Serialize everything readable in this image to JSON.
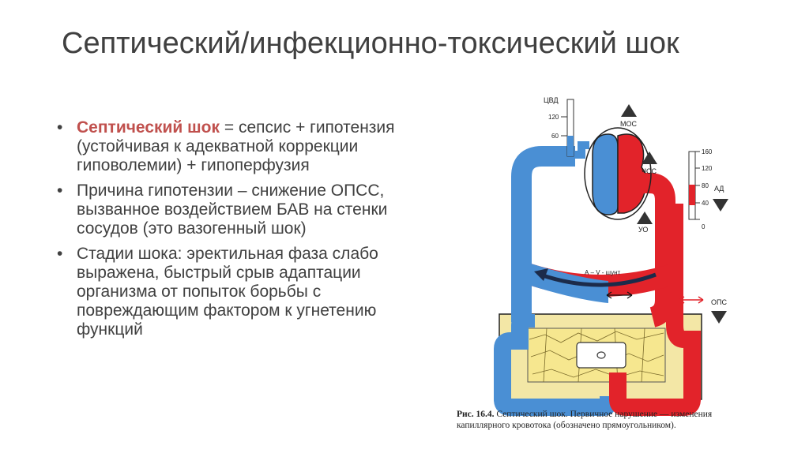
{
  "slide": {
    "title": "Септический/инфекционно-токсический шок",
    "bullets": [
      {
        "emphasis": "Септический шок",
        "text": " = сепсис + гипотензия (устойчивая к адекватной коррекции гиповолемии) + гипоперфузия"
      },
      {
        "text": "Причина гипотензии – снижение ОПСС, вызванное воздействием БАВ на стенки сосудов (это вазогенный шок)"
      },
      {
        "text": "Стадии шока: эректильная фаза слабо выражена, быстрый срыв адаптации организма от попыток борьбы с повреждающим фактором к угнетению функций"
      }
    ],
    "bullet_glyph": "•"
  },
  "figure": {
    "labels": {
      "cvd": "ЦВД",
      "mos": "МОС",
      "chss": "ЧСС",
      "uo": "УО",
      "ad": "АД",
      "ops": "ОПС",
      "shunt": "А – V - шунт"
    },
    "cvd_scale": [
      "120",
      "60"
    ],
    "ad_scale": [
      "160",
      "120",
      "80",
      "40",
      "0"
    ],
    "caption_label": "Рис. 16.4.",
    "caption_text": " Септический шок. Первичное нарушение — изменения капиллярного кровотока (обозначено прямоугольником).",
    "colors": {
      "venous": "#4a8fd4",
      "arterial": "#e2232a",
      "tissue": "#f3e7a6",
      "ink": "#222222"
    }
  }
}
